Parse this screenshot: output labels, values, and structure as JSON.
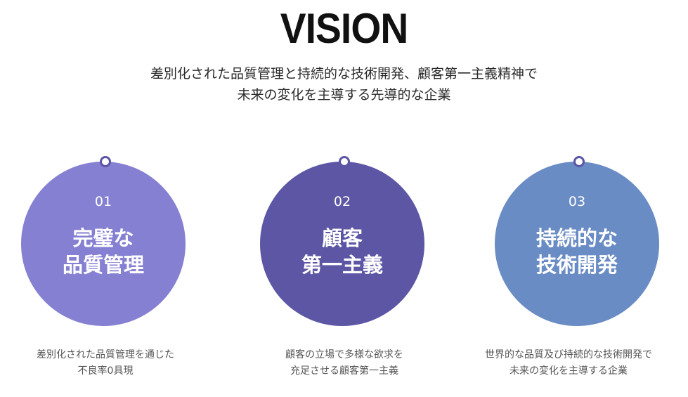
{
  "header": {
    "title": "VISION",
    "subtitle_lines": [
      "差別化された品質管理と持続的な技術開発、顧客第一主義精神で",
      "未来の変化を主導する先導的な企業"
    ]
  },
  "items": [
    {
      "number": "01",
      "title_lines": [
        "完璧な",
        "品質管理"
      ],
      "desc_lines": [
        "差別化された品質管理を通じた",
        "不良率0具現"
      ],
      "color": "#8580d2"
    },
    {
      "number": "02",
      "title_lines": [
        "顧客",
        "第一主義"
      ],
      "desc_lines": [
        "顧客の立場で多様な欲求を",
        "充足させる顧客第一主義"
      ],
      "color": "#5c56a5"
    },
    {
      "number": "03",
      "title_lines": [
        "持続的な",
        "技術開発"
      ],
      "desc_lines": [
        "世界的な品質及び持続的な技術開発で",
        "未来の変化を主導する企業"
      ],
      "color": "#6a8cc4"
    }
  ],
  "colors": {
    "dot_border": "#5a55a4",
    "title": "#111111",
    "desc_text": "#555555"
  }
}
